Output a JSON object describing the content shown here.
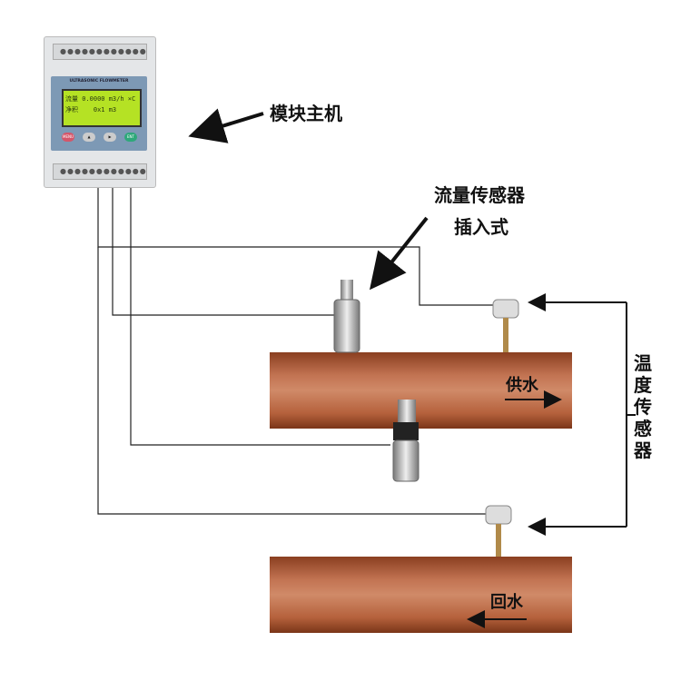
{
  "device": {
    "title": "ULTRASONIC FLOWMETER",
    "lcd_line1_label": "流量",
    "lcd_line1_value": "0.0000 m3/h ×C",
    "lcd_line2_label": "净积",
    "lcd_line2_value": "0x1 m3",
    "buttons": [
      "MENU",
      "▲",
      "▶",
      "ENT"
    ]
  },
  "labels": {
    "host": "模块主机",
    "flow_sensor": "流量传感器",
    "insert_type": "插入式",
    "temp_sensor": "温度传感器",
    "supply": "供水",
    "return": "回水"
  },
  "colors": {
    "pipe": "#b5613c",
    "lcd": "#b5e224"
  }
}
